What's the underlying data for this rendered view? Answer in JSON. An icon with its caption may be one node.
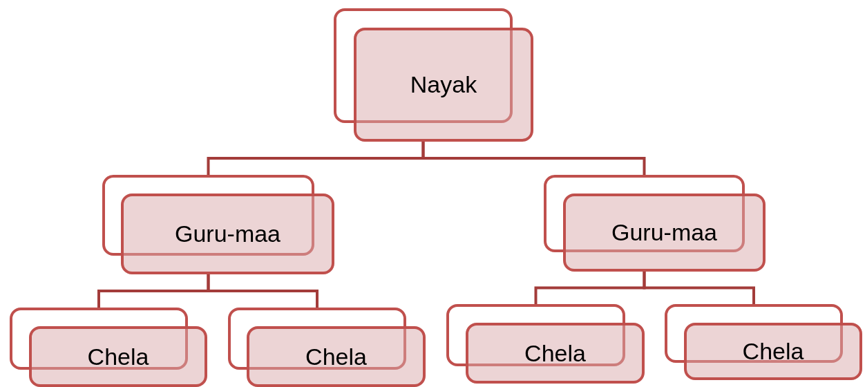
{
  "diagram": {
    "nodes": [
      {
        "text": [
          "Nayak"
        ]
      },
      {
        "text": [
          "Guru-maa"
        ]
      },
      {
        "text": [
          "Guru-maa"
        ]
      },
      {
        "text": [
          "Chela"
        ]
      },
      {
        "text": [
          "Chela"
        ]
      },
      {
        "text": [
          "Chela"
        ]
      },
      {
        "text": [
          "Chela"
        ]
      }
    ],
    "edges": [
      {
        "from": 0,
        "to": 1,
        "arrow": "none"
      },
      {
        "from": 0,
        "to": 2,
        "arrow": "none"
      },
      {
        "from": 1,
        "to": 3,
        "arrow": "none"
      },
      {
        "from": 1,
        "to": 4,
        "arrow": "none"
      },
      {
        "from": 2,
        "to": 5,
        "arrow": "none"
      },
      {
        "from": 2,
        "to": 6,
        "arrow": "none"
      }
    ]
  }
}
